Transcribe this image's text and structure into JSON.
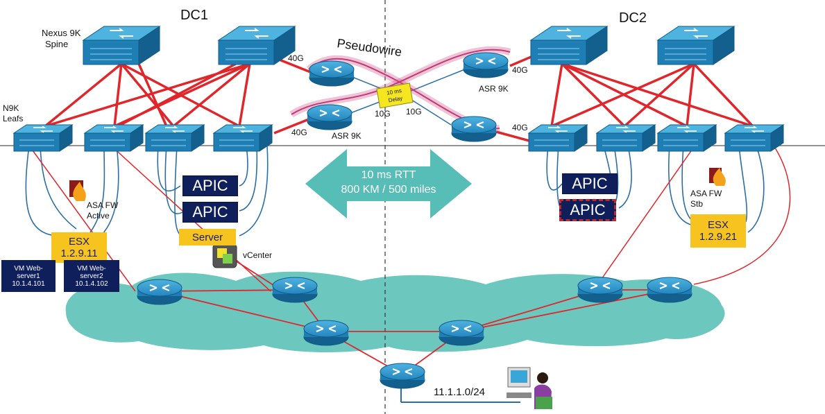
{
  "dc1": "DC1",
  "dc2": "DC2",
  "spine_label": "Nexus 9K\nSpine",
  "leaf_label": "N9K\nLeafs",
  "pseudowire": "Pseudowire",
  "link_40g": "40G",
  "link_10g": "10G",
  "asr_label": "ASR 9K",
  "delay_box": "10 ms\nDelay",
  "rtt_line1": "10 ms RTT",
  "rtt_line2": "800 KM / 500 miles",
  "apic": "APIC",
  "server": "Server",
  "vcenter": "vCenter",
  "asa_dc1": "ASA FW\nActive",
  "asa_dc2": "ASA FW\nStb",
  "esx_dc1": "ESX\n1.2.9.11",
  "esx_dc2": "ESX\n1.2.9.21",
  "vm1": "VM Web-\nserver1\n10.1.4.101",
  "vm2": "VM Web-\nserver2\n10.1.4.102",
  "subnet": "11.1.1.0/24",
  "colors": {
    "switch": "#1f7fb5",
    "link_red": "#e0262b",
    "link_blue": "#2a6ea6",
    "cloud": "#6cc7bf",
    "arrow": "#56bdb7",
    "apic": "#0f1f5c",
    "esx": "#f7c31e",
    "pseudowire": "#d4508a"
  }
}
